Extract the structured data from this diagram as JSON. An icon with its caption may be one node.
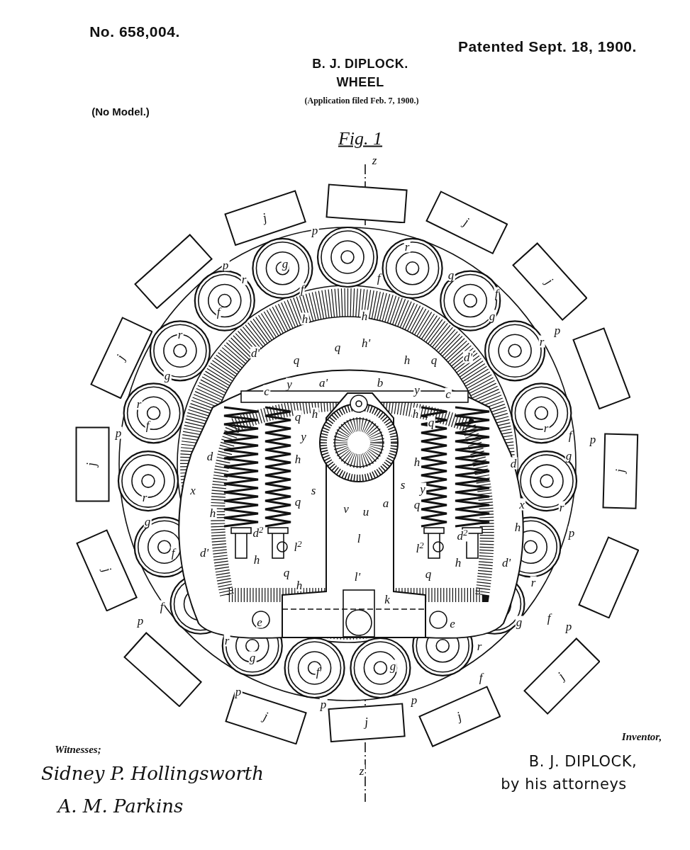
{
  "diagram": {
    "nodes": [
      {
        "text": [],
        "shape": "box"
      },
      {
        "text": [
          "j"
        ]
      },
      {
        "text": [
          "j"
        ]
      },
      {
        "text": [],
        "shape": "box"
      },
      {
        "text": [
          "j"
        ]
      },
      {
        "text": [],
        "shape": "box"
      },
      {
        "text": [
          "j"
        ]
      },
      {
        "text": [
          "j"
        ]
      },
      {
        "text": [
          "j"
        ]
      },
      {
        "text": [
          "j"
        ]
      },
      {
        "text": [],
        "shape": "box"
      },
      {
        "text": [
          "j"
        ]
      },
      {
        "text": [
          "j"
        ]
      },
      {
        "text": [
          "j"
        ]
      },
      {
        "text": [],
        "shape": "box"
      },
      {
        "text": [
          "j"
        ]
      }
    ],
    "labels": [
      "No. 658,004.",
      "Patented Sept. 18, 1900.",
      "B. J. DIPLOCK.",
      "WHEEL",
      "(Application filed Feb. 7, 1900.)",
      "(No Model.)",
      "Fig. 1",
      "z",
      "p",
      "p",
      "r",
      "g",
      "f",
      "r",
      "f",
      "g",
      "f",
      "h",
      "h",
      "f",
      "g",
      "p",
      "r",
      "r",
      "h'",
      "q",
      "d'",
      "q",
      "h",
      "q",
      "d'",
      "g",
      "a'",
      "b",
      "y",
      "c",
      "y",
      "c",
      "r",
      "h",
      "q",
      "h",
      "q",
      "f",
      "r",
      "p",
      "f",
      "y",
      "p",
      "g",
      "d",
      "h",
      "h",
      "d",
      "s",
      "y",
      "s",
      "x",
      "r",
      "q",
      "q",
      "a",
      "x",
      "r",
      "v",
      "u",
      "h",
      "g",
      "h",
      "d$^{2}$",
      "d$^{2}$",
      "l",
      "l$^{2}$",
      "l$^{2}$",
      "f",
      "d'",
      "p",
      "h",
      "h",
      "d'",
      "q",
      "q",
      "l'",
      "r",
      "h",
      "k",
      "f",
      "e",
      "e",
      "g",
      "f",
      "p",
      "r",
      "p",
      "r",
      "g",
      "g",
      "f",
      "f",
      "p",
      "p",
      "p",
      "z",
      "Witnesses;",
      "Sidney P. Hollingsworth",
      "A. M. Parkins",
      "Inventor,",
      "B. J. DIPLOCK,",
      "by his attorneys"
    ]
  }
}
